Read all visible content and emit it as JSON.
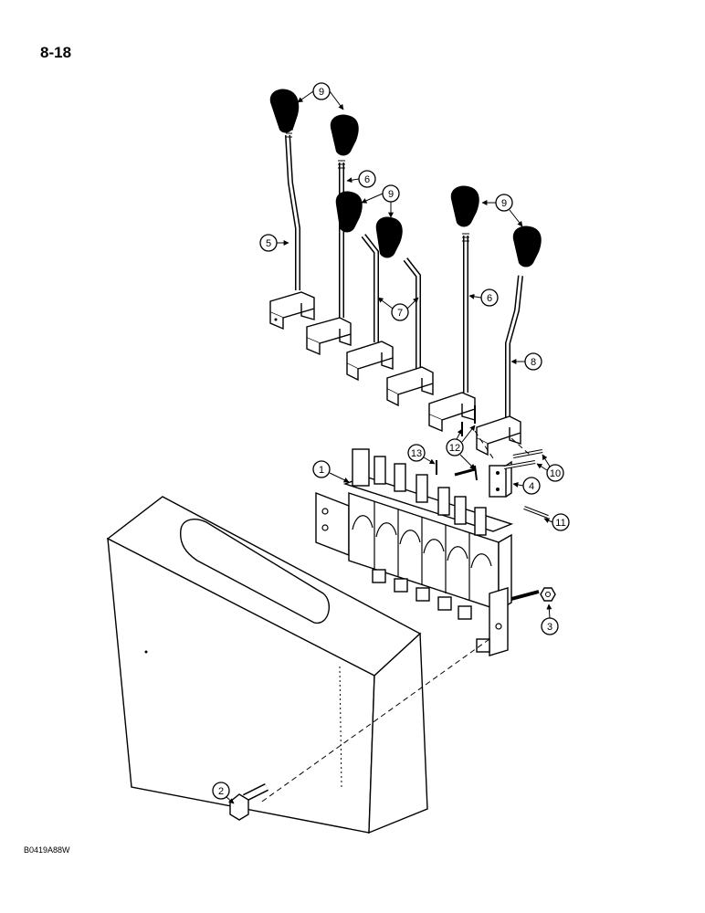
{
  "page_number": "8-18",
  "figure_code": "B0419A88W",
  "callouts": {
    "c1": "1",
    "c2": "2",
    "c3": "3",
    "c4": "4",
    "c5": "5",
    "c6a": "6",
    "c6b": "6",
    "c7": "7",
    "c8": "8",
    "c9a": "9",
    "c9b": "9",
    "c9c": "9",
    "c10": "10",
    "c11": "11",
    "c12": "12",
    "c13": "13"
  }
}
